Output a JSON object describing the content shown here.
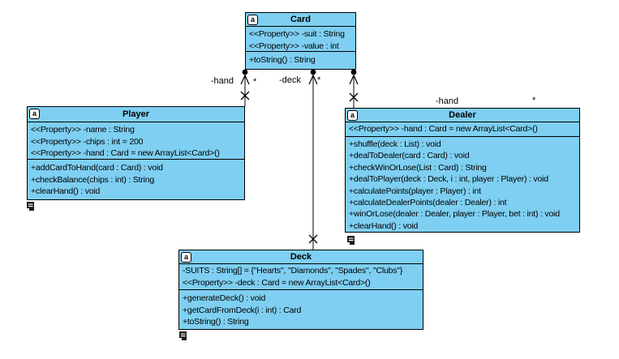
{
  "badge_letter": "a",
  "colors": {
    "class_fill": "#7ecff2",
    "border": "#000000",
    "background": "#ffffff",
    "text": "#000000"
  },
  "classes": {
    "card": {
      "name": "Card",
      "attributes": [
        "<<Property>> -suit : String",
        "<<Property>> -value : int"
      ],
      "operations": [
        "+toString() : String"
      ]
    },
    "player": {
      "name": "Player",
      "attributes": [
        "<<Property>> -name : String",
        "<<Property>> -chips : int = 200",
        "<<Property>> -hand : Card = new ArrayList<Card>()"
      ],
      "operations": [
        "+addCardToHand(card : Card) : void",
        "+checkBalance(chips : int) : String",
        "+clearHand() : void"
      ]
    },
    "dealer": {
      "name": "Dealer",
      "attributes": [
        "<<Property>> -hand : Card = new ArrayList<Card>()"
      ],
      "operations": [
        "+shuffle(deck : List) : void",
        "+dealToDealer(card : Card) : void",
        "+checkWinOrLose(List : Card) : String",
        "+dealToPlayer(deck : Deck, i : int, player : Player) : void",
        "+calculatePoints(player : Player) : int",
        "+calculateDealerPoints(dealer : Dealer) : int",
        "+winOrLose(dealer : Dealer, player : Player, bet : int) : void",
        "+clearHand() : void"
      ]
    },
    "deck": {
      "name": "Deck",
      "attributes": [
        "-SUITS : String[] = {\"Hearts\", \"Diamonds\", \"Spades\", \"Clubs\"}",
        "<<Property>> -deck : Card = new ArrayList<Card>()"
      ],
      "operations": [
        "+generateDeck() : void",
        "+getCardFromDeck(i : int) : Card",
        "+toString() : String"
      ]
    }
  },
  "associations": [
    {
      "from": "Player",
      "to": "Card",
      "role": "-hand",
      "multiplicity": "*",
      "card_end": "owned-dot-with-open-arrow",
      "other_end": "non-navigable-x"
    },
    {
      "from": "Deck",
      "to": "Card",
      "role": "-deck",
      "multiplicity": "*",
      "card_end": "owned-dot-with-open-arrow",
      "other_end": "non-navigable-x"
    },
    {
      "from": "Dealer",
      "to": "Card",
      "role": "-hand",
      "multiplicity": "*",
      "card_end": "owned-dot-with-open-arrow",
      "other_end": "non-navigable-x"
    }
  ]
}
